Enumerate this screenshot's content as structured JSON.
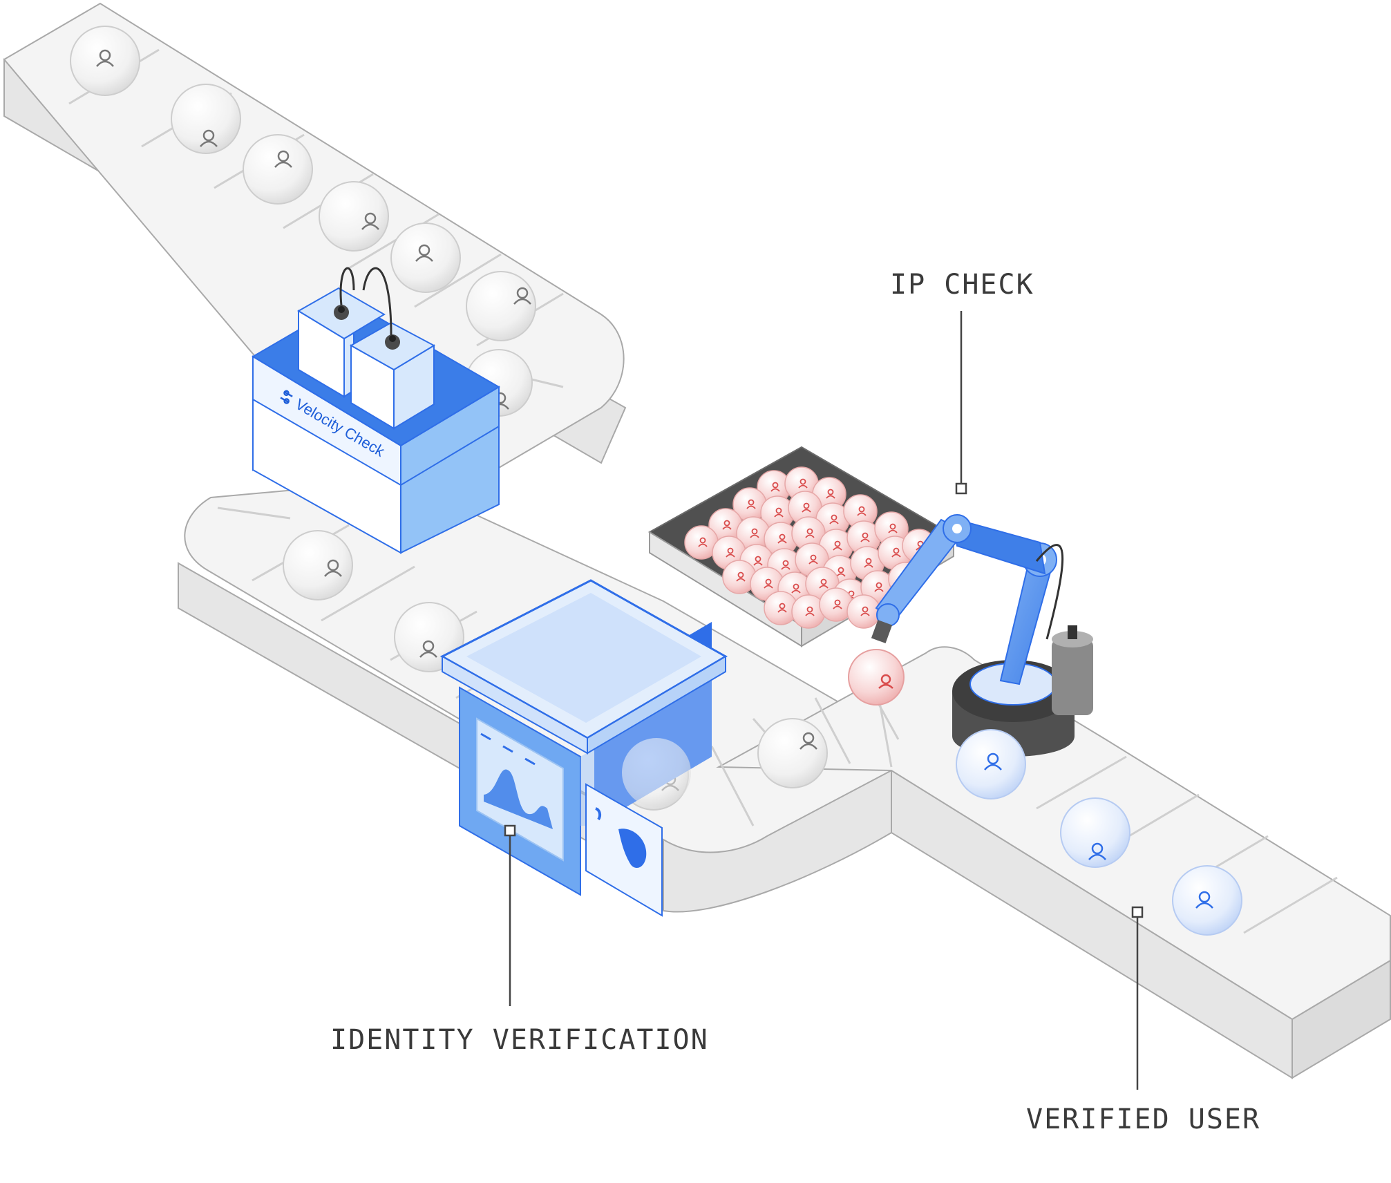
{
  "labels": {
    "velocity_check": "Velocity Check",
    "ip_check": "IP CHECK",
    "identity_verification": "IDENTITY VERIFICATION",
    "verified_user": "VERIFIED USER"
  },
  "colors": {
    "belt_top": "#f3f3f3",
    "belt_side": "#e4e4e4",
    "belt_edge": "#a9a9a9",
    "ball_neutral": "#f2f2f2",
    "ball_flagged": "#f7c9c9",
    "ball_verified": "#d9e6fb",
    "accent_blue": "#2f6ee8",
    "light_blue": "#93c3f7",
    "pale_blue": "#d7e8fc",
    "machine_dark": "#4a4a4a",
    "callout_line": "#444444"
  },
  "icons": {
    "ball": "user-icon",
    "velocity": "sliders-icon"
  }
}
